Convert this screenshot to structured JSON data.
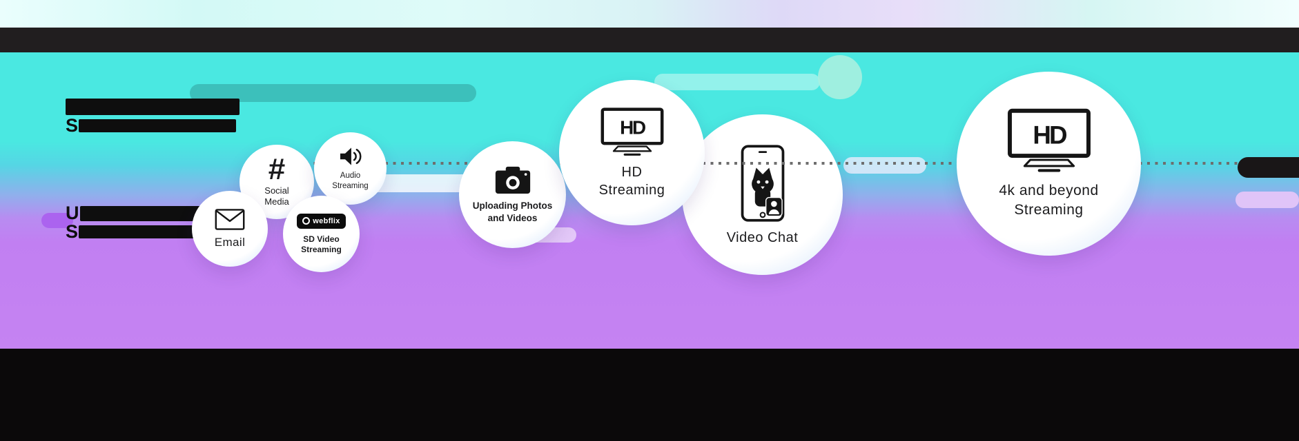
{
  "colors": {
    "cyan_background": "#4de9e2",
    "purple_background": "#c07ef2",
    "black_bar": "#211e1f",
    "pill_teal": "#3cc0bb"
  },
  "bubbles": {
    "email": {
      "label": "Email"
    },
    "social": {
      "symbol": "#",
      "label": "Social\nMedia"
    },
    "audio": {
      "label": "Audio\nStreaming"
    },
    "sd_video": {
      "logo_text": "webflix",
      "label": "SD Video\nStreaming"
    },
    "upload": {
      "label": "Uploading Photos\nand Videos"
    },
    "hd": {
      "tv_text": "HD",
      "label": "HD\nStreaming"
    },
    "video_chat": {
      "label": "Video Chat"
    },
    "four_k": {
      "tv_text": "HD",
      "label": "4k and beyond\nStreaming"
    }
  },
  "redacted": {
    "tier1_line2_prefix": "S",
    "tier2_line1_prefix": "U",
    "tier2_line2_prefix": "S"
  }
}
